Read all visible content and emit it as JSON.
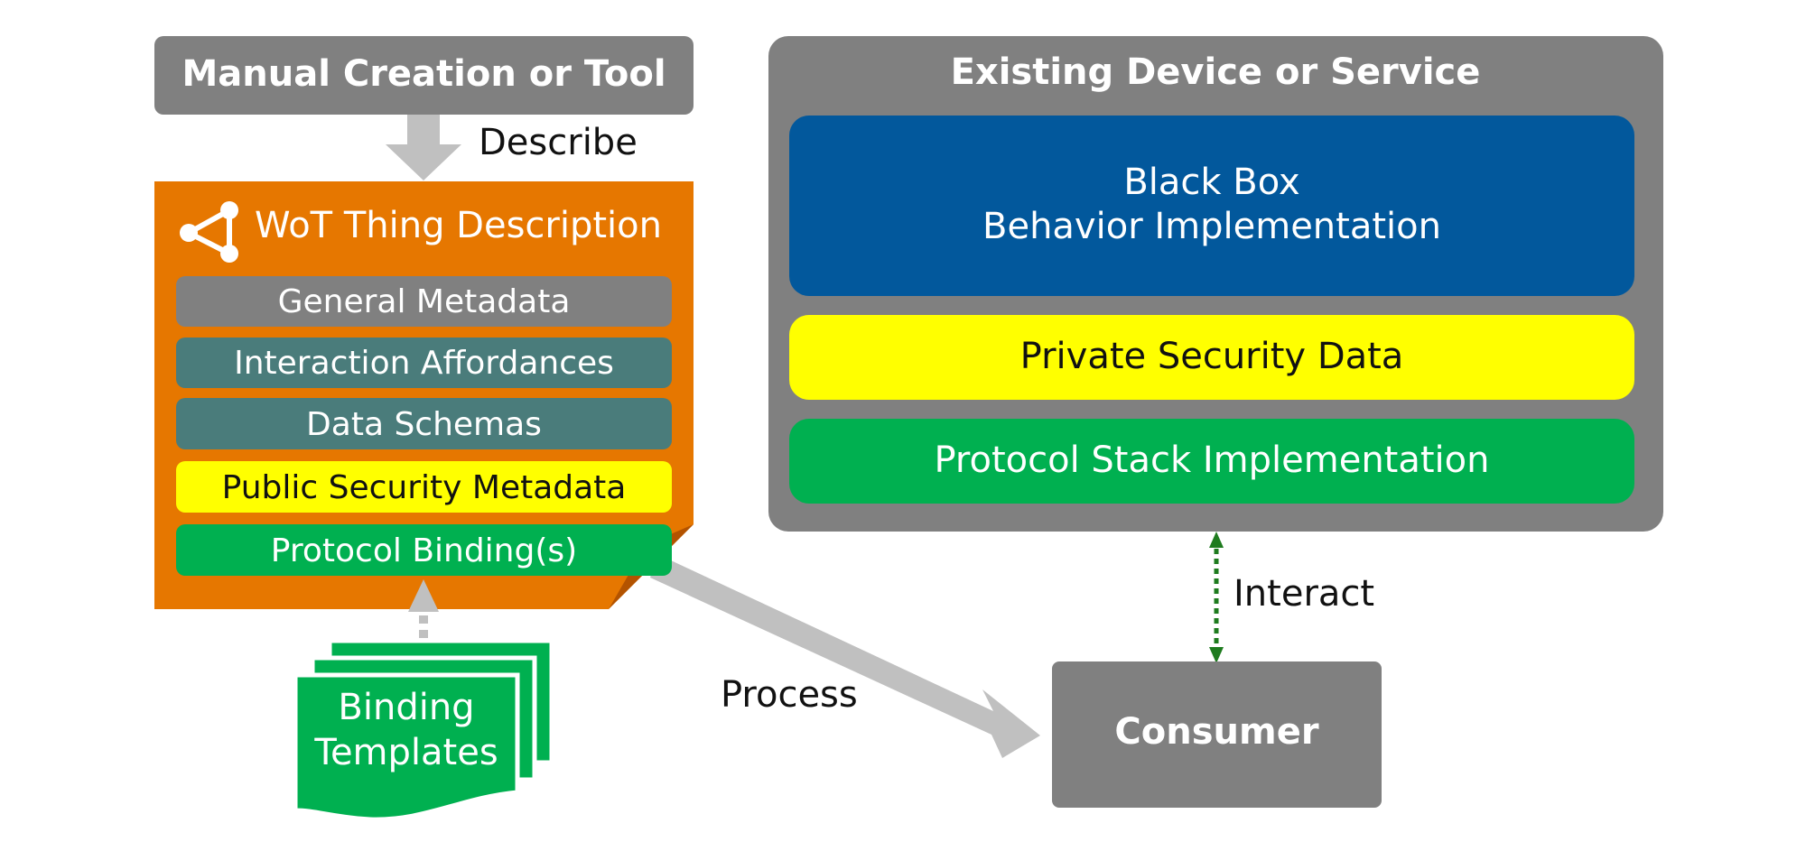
{
  "tool_box": {
    "label": "Manual Creation or Tool"
  },
  "describe_label": "Describe",
  "td": {
    "title": "WoT Thing Description",
    "rows": [
      {
        "label": "General Metadata",
        "color": "#808080"
      },
      {
        "label": "Interaction Affordances",
        "color": "#4A7C7B"
      },
      {
        "label": "Data Schemas",
        "color": "#4A7C7B"
      },
      {
        "label": "Public Security Metadata",
        "color": "#FFFF00"
      },
      {
        "label": "Protocol Binding(s)",
        "color": "#00B050"
      }
    ],
    "color": "#E67700"
  },
  "binding_templates": {
    "line1": "Binding",
    "line2": "Templates",
    "color": "#00B050"
  },
  "process_label": "Process",
  "device": {
    "title": "Existing Device or Service",
    "black_box": {
      "line1": "Black Box",
      "line2": "Behavior Implementation",
      "color": "#02589C"
    },
    "private_security": {
      "label": "Private Security Data",
      "color": "#FFFF00"
    },
    "protocol_stack": {
      "label": "Protocol Stack Implementation",
      "color": "#00B050"
    }
  },
  "interact_label": "Interact",
  "consumer": {
    "label": "Consumer"
  },
  "colors": {
    "gray_box": "#808080",
    "arrow_gray": "#C0C0C0",
    "interact_green": "#1E7B1E"
  }
}
